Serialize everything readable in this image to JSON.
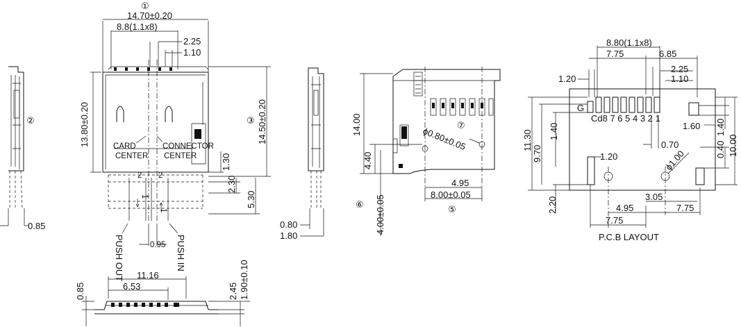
{
  "callouts": [
    "①",
    "②",
    "③",
    "⑤",
    "⑥",
    "⑦"
  ],
  "top_view": {
    "overall_width": "14.70±0.20",
    "pin_span": "8.8(1.1x8)",
    "pitch_a": "2.25",
    "pitch_b": "1.10",
    "left_height": "13.80±0.20",
    "right_height": "14.50±0.20",
    "card_center_1": "CARD",
    "card_center_2": "CENTER",
    "connector_center_1": "CONNECTOR",
    "connector_center_2": "CENTER",
    "dim_130": "1.30",
    "dim_230": "2.30",
    "dim_530": "5.30",
    "dim_095": "0.95",
    "num_2a": "2",
    "num_2b": "2",
    "num_1a": "1",
    "num_1b": "1",
    "push_out": "PUSH OUT",
    "push_in": "PUSH IN"
  },
  "left_view": {
    "dim_085": "0.85"
  },
  "bottom_view": {
    "dim_1116": "11.16",
    "dim_653": "6.53",
    "dim_085": "0.85",
    "dim_245": "2.45",
    "dim_190": "1.90±0.10"
  },
  "side_view": {
    "dim_080": "0.80",
    "dim_180": "1.80"
  },
  "footprint_view": {
    "dim_1400": "14.00",
    "dim_440": "4.40",
    "hole": "ϕ0.80±0.05",
    "dim_495": "4.95",
    "dim_800": "8.00±0.05",
    "dim_400": "4.00±0.05"
  },
  "pcb_layout": {
    "title": "P.C.B LAYOUT",
    "pin_span": "8.80(1.1x8)",
    "dim_775": "7.75",
    "dim_685": "6.85",
    "dim_225": "2.25",
    "dim_110": "1.10",
    "dim_120_top": "1.20",
    "label_g": "G",
    "pin_labels": "Cd8 7 6 5 4 3 2 1",
    "dim_1130": "11.30",
    "dim_970": "9.70",
    "dim_140_left": "1.40",
    "dim_160": "1.60",
    "dim_140_right": "1.40",
    "dim_1000": "10.00",
    "dim_070": "0.70",
    "dim_040": "0.40",
    "dim_120_mid": "1.20",
    "hole": "ϕ1.00",
    "dim_305": "3.05",
    "dim_220": "2.20",
    "dim_495": "4.95",
    "dim_775_b1": "7.75",
    "dim_775_b2": "7.75"
  }
}
